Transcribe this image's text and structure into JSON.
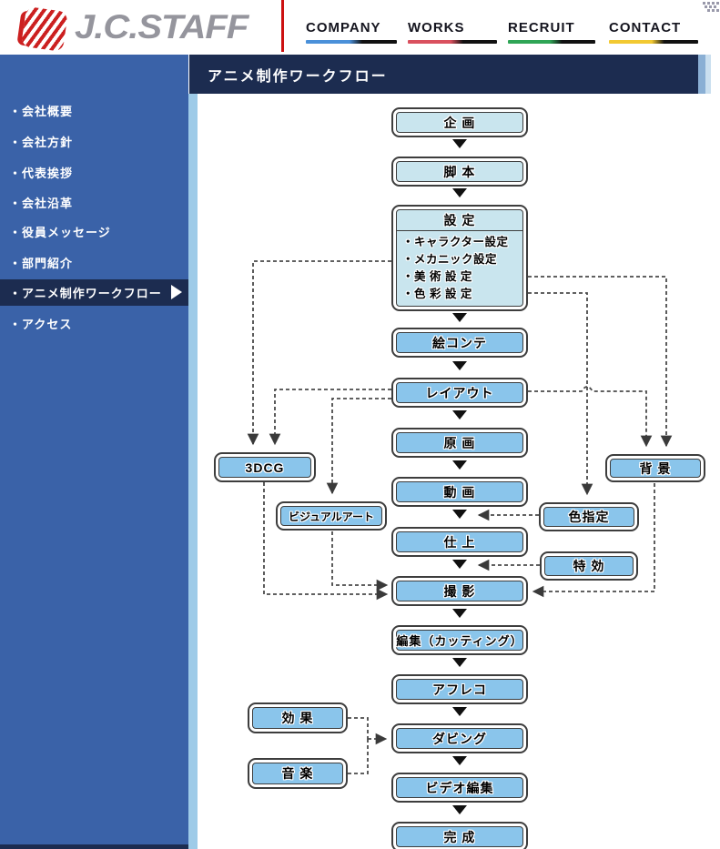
{
  "header": {
    "logo_text": "J.C.STAFF",
    "nav": [
      {
        "label": "COMPANY"
      },
      {
        "label": "WORKS"
      },
      {
        "label": "RECRUIT"
      },
      {
        "label": "CONTACT"
      }
    ]
  },
  "page_title": "アニメ制作ワークフロー",
  "sidebar": {
    "items": [
      {
        "label": "・会社概要",
        "active": false
      },
      {
        "label": "・会社方針",
        "active": false
      },
      {
        "label": "・代表挨拶",
        "active": false
      },
      {
        "label": "・会社沿革",
        "active": false
      },
      {
        "label": "・役員メッセージ",
        "active": false
      },
      {
        "label": "・部門紹介",
        "active": false
      },
      {
        "label": "・アニメ制作ワークフロー",
        "active": true
      },
      {
        "label": "・アクセス",
        "active": false
      }
    ]
  },
  "flow": {
    "planning": "企 画",
    "script": "脚 本",
    "settings_title": "設 定",
    "settings_items": [
      "・キャラクター設定",
      "・メカニック設定",
      "・美 術 設 定",
      "・色 彩 設 定"
    ],
    "storyboard": "絵コンテ",
    "layout": "レイアウト",
    "key_animation": "原 画",
    "inbetween": "動 画",
    "finishing": "仕 上",
    "shooting": "撮 影",
    "editing": "編集（カッティング）",
    "afureko": "アフレコ",
    "dubbing": "ダビング",
    "video_editing": "ビデオ編集",
    "completion": "完 成",
    "cg3d": "3DCG",
    "visual_art": "ビジュアルアート",
    "background": "背 景",
    "color_spec": "色指定",
    "special_effects": "特 効",
    "sound_effects": "効 果",
    "music": "音 楽"
  },
  "colors": {
    "sidebar_bg": "#3a62a8",
    "navy": "#1c2c50",
    "strip_light": "#9ecbe8",
    "strip_lighter": "#cadfef",
    "box_fill_light": "#c9e5ee",
    "box_fill_blue": "#8ac5eb",
    "box_border": "#3d3d3d",
    "connector": "#4a4a4a",
    "logo_gray": "#95959d",
    "logo_red": "#cc2020",
    "nav_text": "#15151f",
    "nav_blue": "#4a90d9",
    "nav_red": "#d9505e",
    "nav_green": "#2fa556",
    "nav_yellow": "#f2c932"
  }
}
